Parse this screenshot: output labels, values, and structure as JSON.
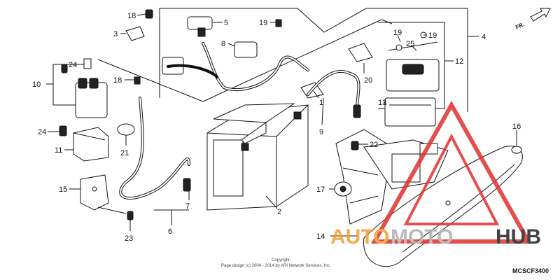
{
  "diagram": {
    "drawing_code": "MCSCF3400",
    "direction_label": "FR.",
    "copyright_line1": "Copyright",
    "copyright_line2": "Page design (c) 2004 - 2014 by ARI Network Services, Inc.",
    "watermark": {
      "auto": "AUTO",
      "moto": "MOTO",
      "hub": "HUB",
      "colors": {
        "auto": "#f0a030",
        "moto": "#b0b0b0",
        "hub": "#222222",
        "triangle": "#e23030"
      }
    },
    "callouts": [
      "18",
      "5",
      "19",
      "4",
      "3",
      "8",
      "19",
      "25",
      "19",
      "24",
      "18",
      "12",
      "10",
      "20",
      "1",
      "13",
      "24",
      "16",
      "11",
      "21",
      "9",
      "22",
      "17",
      "15",
      "7",
      "2",
      "6",
      "14",
      "23"
    ]
  }
}
